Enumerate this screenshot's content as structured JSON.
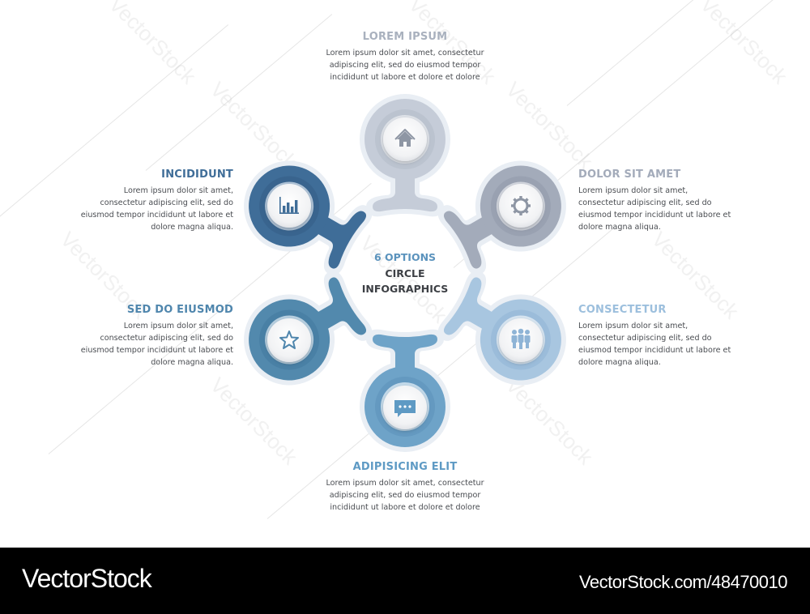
{
  "center": {
    "line1": "6 OPTIONS",
    "line2": "CIRCLE",
    "line3": "INFOGRAPHICS"
  },
  "options": [
    {
      "id": "top",
      "title": "LOREM IPSUM",
      "body_lines": [
        "Lorem ipsum dolor sit amet, consectetur",
        "adipiscing elit, sed do eiusmod tempor",
        "incididunt ut labore et dolore et dolore"
      ],
      "icon": "home-icon",
      "color": "#c5ccd8",
      "title_color": "#a9b1be"
    },
    {
      "id": "upper-right",
      "title": "DOLOR SIT AMET",
      "body_lines": [
        "Lorem ipsum dolor sit amet,",
        "consectetur adipiscing elit, sed do",
        "eiusmod tempor incididunt ut labore et",
        "dolore magna aliqua."
      ],
      "icon": "gear-icon",
      "color": "#a3abba",
      "title_color": "#a3abba"
    },
    {
      "id": "lower-right",
      "title": "CONSECTETUR",
      "body_lines": [
        "Lorem ipsum dolor sit amet,",
        "consectetur adipiscing elit, sed do",
        "eiusmod tempor incididunt ut labore et",
        "dolore magna aliqua."
      ],
      "icon": "people-icon",
      "color": "#a8c6e0",
      "title_color": "#9cbfdd"
    },
    {
      "id": "bottom",
      "title": "ADIPISICING ELIT",
      "body_lines": [
        "Lorem ipsum dolor sit amet, consectetur",
        "adipiscing elit, sed do eiusmod tempor",
        "incididunt ut labore et dolore et dolore"
      ],
      "icon": "chat-icon",
      "color": "#6ea3c8",
      "title_color": "#5e9ac4"
    },
    {
      "id": "lower-left",
      "title": "SED DO EIUSMOD",
      "body_lines": [
        "Lorem ipsum dolor sit amet,",
        "consectetur adipiscing elit, sed do",
        "eiusmod tempor incididunt ut labore et",
        "dolore magna aliqua."
      ],
      "icon": "star-icon",
      "color": "#5289ad",
      "title_color": "#4f86ad"
    },
    {
      "id": "upper-left",
      "title": "INCIDIDUNT",
      "body_lines": [
        "Lorem ipsum dolor sit amet,",
        "consectetur adipiscing elit, sed do",
        "eiusmod tempor incididunt ut labore et",
        "dolore magna aliqua."
      ],
      "icon": "bar-chart-icon",
      "color": "#3f6d98",
      "title_color": "#3f6d98"
    }
  ],
  "footer": {
    "brand": "VectorStock",
    "ref": "VectorStock.com/48470010"
  },
  "watermark_text": "VectorStock"
}
